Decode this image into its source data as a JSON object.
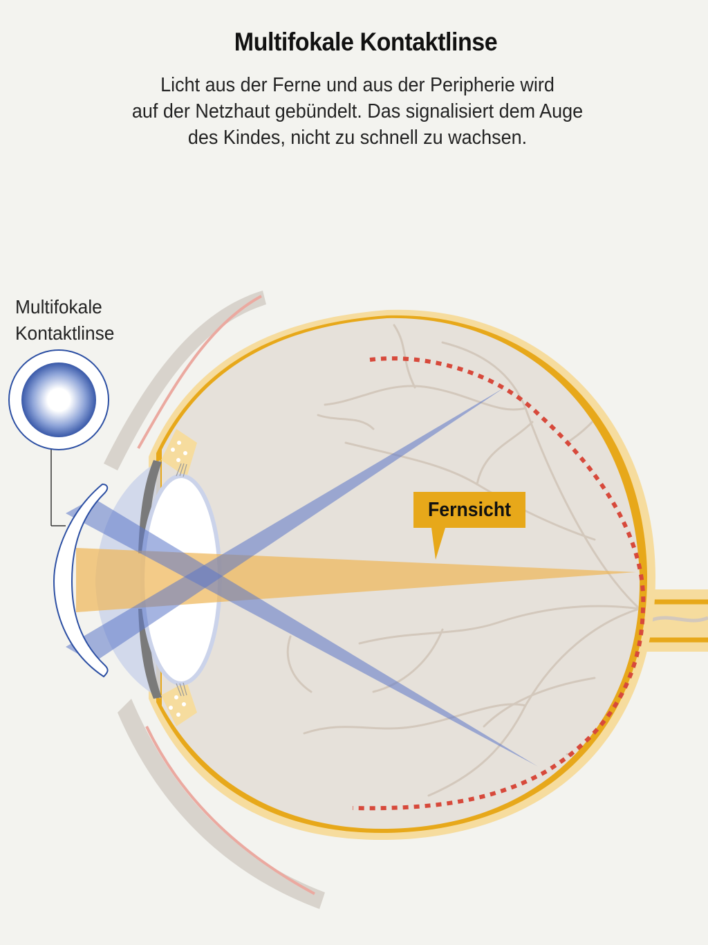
{
  "title": "Multifokale Kontaktlinse",
  "subtitle": [
    "Licht aus der Ferne und aus der Peripherie wird",
    "auf der Netzhaut gebündelt. Das signalisiert dem Auge",
    "des Kindes, nicht zu schnell zu wachsen."
  ],
  "lens_label": [
    "Multifokale",
    "Kontaktlinse"
  ],
  "callout": "Fernsicht",
  "colors": {
    "background": "#f3f3ef",
    "sclera": "#f6dc9e",
    "choroid": "#e7a81a",
    "eye_interior": "#e6e1da",
    "vessels": "#d3c8bc",
    "central_beam": "#eeb75a",
    "peripheral_beams": "#5b77c9",
    "focus_line": "#d7493b",
    "eyelid_skin": "#d8d3cc",
    "eyelid_edge": "#eba9a0"
  }
}
